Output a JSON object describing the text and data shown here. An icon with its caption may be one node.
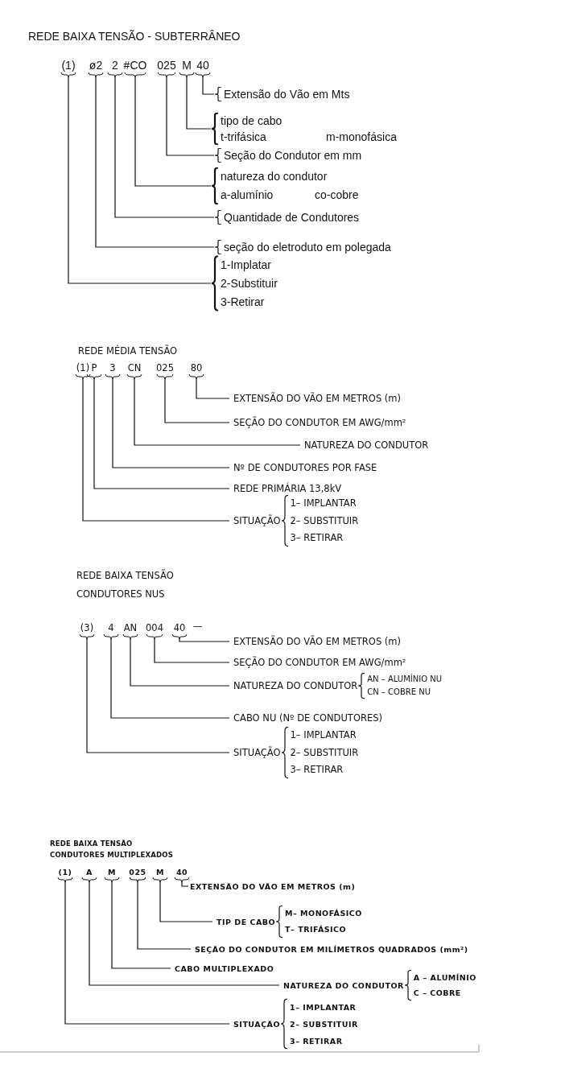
{
  "diagram": {
    "nodes": [
      {
        "text": [
          "(1)"
        ]
      },
      {
        "text": [
          "ø2"
        ]
      },
      {
        "text": [
          "2"
        ]
      },
      {
        "text": [
          "#CO"
        ]
      },
      {
        "text": [
          "025"
        ]
      },
      {
        "text": [
          "M"
        ]
      },
      {
        "text": [
          "40"
        ]
      },
      {
        "text": [
          "Extensão do Vão em Mts"
        ]
      },
      {
        "text": [
          "tipo de cabo",
          "t-trifásica",
          "m-monofásica"
        ]
      },
      {
        "text": [
          "Seção do Condutor em mm"
        ]
      },
      {
        "text": [
          "natureza do condutor",
          "a-alumínio",
          "co-cobre"
        ]
      },
      {
        "text": [
          "Quantidade de Condutores"
        ]
      },
      {
        "text": [
          "seção do eletroduto em polegada"
        ]
      },
      {
        "text": [
          "1-Implatar",
          "2-Substituir",
          "3-Retirar"
        ]
      },
      {
        "text": [
          "(1)"
        ]
      },
      {
        "text": [
          "P"
        ]
      },
      {
        "text": [
          "3"
        ]
      },
      {
        "text": [
          "CN"
        ]
      },
      {
        "text": [
          "025"
        ]
      },
      {
        "text": [
          "80"
        ]
      },
      {
        "text": [
          "EXTENSÃO DO VÃO EM METROS (m)"
        ]
      },
      {
        "text": [
          "SEÇÃO DO CONDUTOR EM AWG/mm²"
        ]
      },
      {
        "text": [
          "NATUREZA DO CONDUTOR"
        ]
      },
      {
        "text": [
          "Nº DE CONDUTORES POR FASE"
        ]
      },
      {
        "text": [
          "REDE PRIMÁRIA 13,8kV"
        ]
      },
      {
        "text": [
          "SITUAÇÃO",
          "1– IMPLANTAR",
          "2– SUBSTITUIR",
          "3– RETIRAR"
        ]
      },
      {
        "text": [
          "(3)"
        ]
      },
      {
        "text": [
          "4"
        ]
      },
      {
        "text": [
          "AN"
        ]
      },
      {
        "text": [
          "004"
        ]
      },
      {
        "text": [
          "40"
        ]
      },
      {
        "text": [
          "EXTENSÃO DO VÃO EM METROS (m)"
        ]
      },
      {
        "text": [
          "SEÇÃO DO CONDUTOR EM AWG/mm²"
        ]
      },
      {
        "text": [
          "NATUREZA DO CONDUTOR",
          "AN – ALUMÍNIO NU",
          "CN – COBRE NU"
        ]
      },
      {
        "text": [
          "CABO NU (Nº DE CONDUTORES)"
        ]
      },
      {
        "text": [
          "SITUAÇÃO",
          "1– IMPLANTAR",
          "2– SUBSTITUIR",
          "3– RETIRAR"
        ]
      },
      {
        "text": [
          "(1)"
        ]
      },
      {
        "text": [
          "A"
        ]
      },
      {
        "text": [
          "M"
        ]
      },
      {
        "text": [
          "025"
        ]
      },
      {
        "text": [
          "M"
        ]
      },
      {
        "text": [
          "40"
        ]
      },
      {
        "text": [
          "EXTENSÃO DO VÃO EM METROS (m)"
        ]
      },
      {
        "text": [
          "TIP DE CABO",
          "M– MONOFÁSICO",
          "T– TRIFÁSICO"
        ]
      },
      {
        "text": [
          "SEÇÃO DO CONDUTOR EM MILÍMETROS QUADRADOS (mm²)"
        ]
      },
      {
        "text": [
          "CABO MULTIPLEXADO"
        ]
      },
      {
        "text": [
          "NATUREZA DO CONDUTOR",
          "A – ALUMÍNIO",
          "C – COBRE"
        ]
      },
      {
        "text": [
          "SITUAÇÃO",
          "1– IMPLANTAR",
          "2– SUBSTITUIR",
          "3– RETIRAR"
        ]
      }
    ],
    "edges": [
      {
        "from": 6,
        "to": 7,
        "arrow": "none"
      },
      {
        "from": 5,
        "to": 8,
        "arrow": "none"
      },
      {
        "from": 4,
        "to": 9,
        "arrow": "none"
      },
      {
        "from": 3,
        "to": 10,
        "arrow": "none"
      },
      {
        "from": 2,
        "to": 11,
        "arrow": "none"
      },
      {
        "from": 1,
        "to": 12,
        "arrow": "none"
      },
      {
        "from": 0,
        "to": 13,
        "arrow": "none"
      },
      {
        "from": 19,
        "to": 20,
        "arrow": "none"
      },
      {
        "from": 18,
        "to": 21,
        "arrow": "none"
      },
      {
        "from": 17,
        "to": 22,
        "arrow": "none"
      },
      {
        "from": 16,
        "to": 23,
        "arrow": "none"
      },
      {
        "from": 15,
        "to": 24,
        "arrow": "none"
      },
      {
        "from": 14,
        "to": 25,
        "arrow": "none"
      },
      {
        "from": 30,
        "to": 31,
        "arrow": "none"
      },
      {
        "from": 29,
        "to": 32,
        "arrow": "none"
      },
      {
        "from": 28,
        "to": 33,
        "arrow": "none"
      },
      {
        "from": 27,
        "to": 34,
        "arrow": "none"
      },
      {
        "from": 26,
        "to": 35,
        "arrow": "none"
      },
      {
        "from": 41,
        "to": 42,
        "arrow": "none"
      },
      {
        "from": 40,
        "to": 43,
        "arrow": "none"
      },
      {
        "from": 39,
        "to": 44,
        "arrow": "none"
      },
      {
        "from": 38,
        "to": 45,
        "arrow": "none"
      },
      {
        "from": 37,
        "to": 46,
        "arrow": "none"
      },
      {
        "from": 36,
        "to": 47,
        "arrow": "none"
      }
    ],
    "labels": [
      "REDE BAIXA TENSÃO - SUBTERRÂNEO",
      "REDE MÉDIA TENSÃO",
      "REDE BAIXA TENSÃO CONDUTORES NUS",
      "—",
      "REDE BAIXA TENSÃO CONDUTORES MULTIPLEXADOS"
    ]
  }
}
